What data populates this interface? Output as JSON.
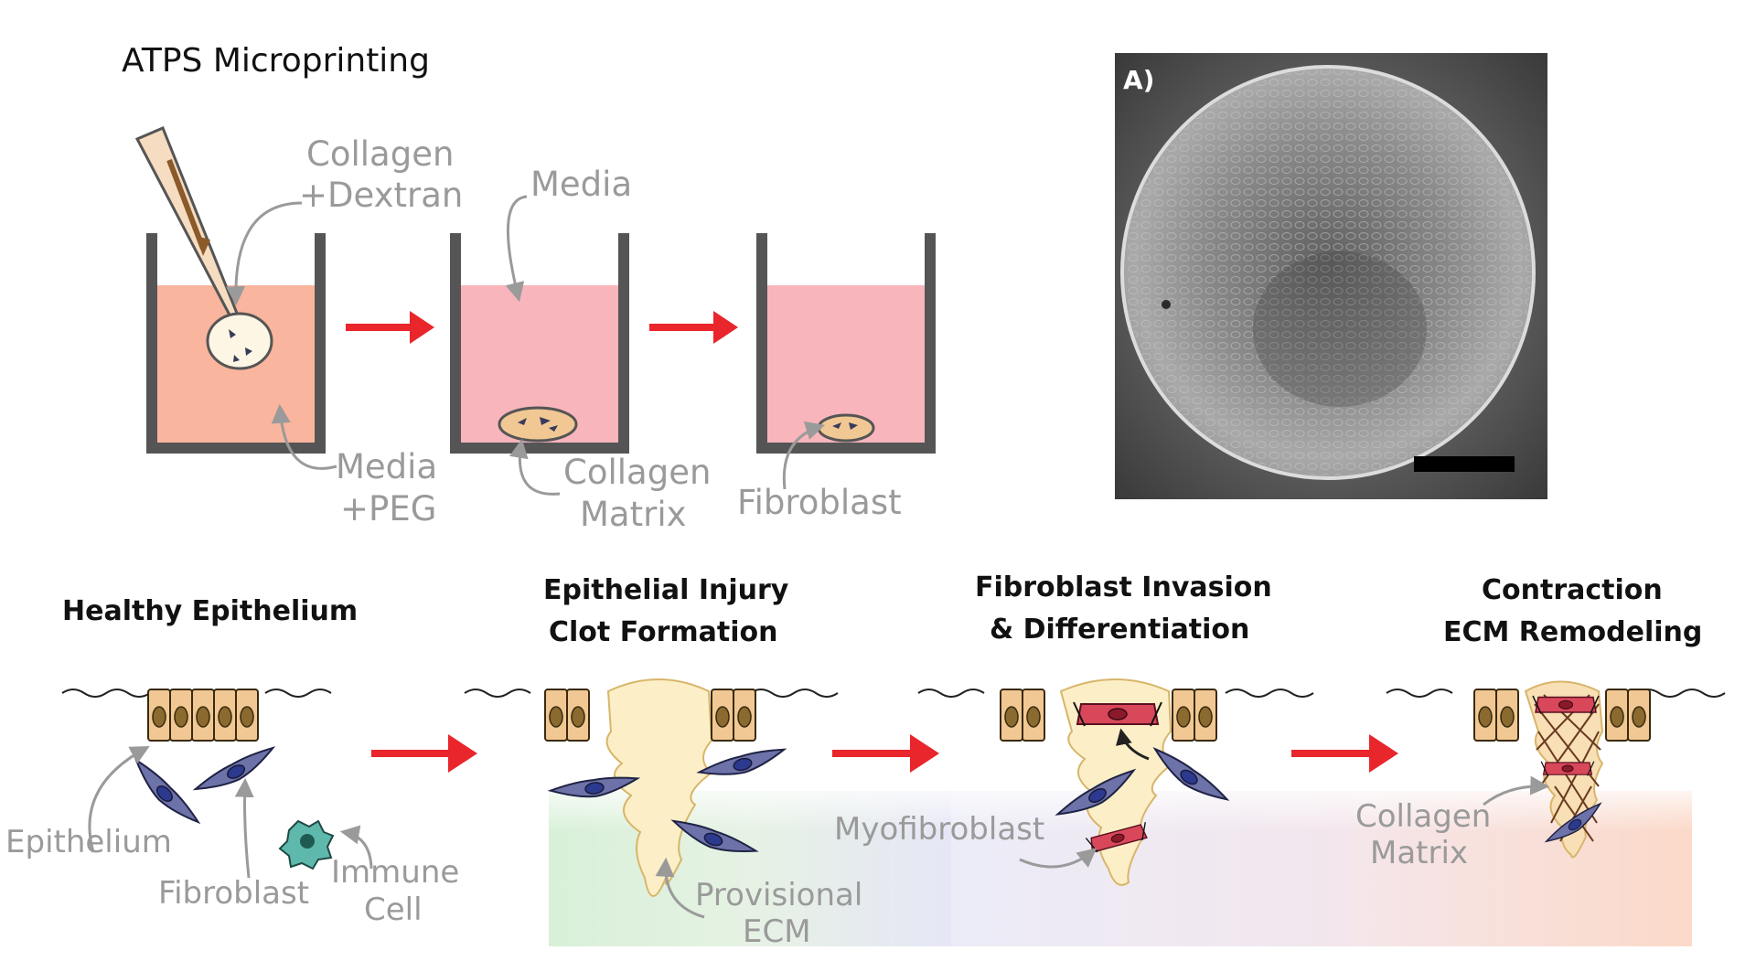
{
  "top": {
    "title": "ATPS Microprinting",
    "labels": {
      "collagen_dextran": [
        "Collagen",
        "+Dextran"
      ],
      "media": "Media",
      "media_peg": [
        "Media",
        "+PEG"
      ],
      "collagen_matrix": [
        "Collagen",
        "Matrix"
      ],
      "fibroblast": "Fibroblast"
    },
    "micrograph_tag": "A)"
  },
  "bottom": {
    "stages": [
      {
        "id": "healthy",
        "title": [
          "Healthy Epithelium"
        ]
      },
      {
        "id": "injury",
        "title": [
          "Epithelial Injury",
          "Clot Formation"
        ]
      },
      {
        "id": "invasion",
        "title": [
          "Fibroblast Invasion",
          "& Differentiation"
        ]
      },
      {
        "id": "contraction",
        "title": [
          "Contraction",
          "ECM Remodeling"
        ]
      }
    ],
    "labels": {
      "epithelium": "Epithelium",
      "fibroblast": "Fibroblast",
      "immune_cell": [
        "Immune",
        "Cell"
      ],
      "provisional_ecm": [
        "Provisional",
        "ECM"
      ],
      "myofibroblast": "Myofibroblast",
      "collagen_matrix": [
        "Collagen",
        "Matrix"
      ]
    }
  },
  "colors": {
    "well_wall": "#555555",
    "media_peg": "#f9b59d",
    "media": "#f8b5bc",
    "arrow": "#e8262b",
    "epithelial_cell": "#f1c893",
    "nucleus": "#8a6a2e",
    "fibroblast": "#4d5282",
    "fibroblast_nucleus": "#2b3a8f",
    "myofibroblast": "#d9475a",
    "clot": "#fcefc7",
    "immune": "#5fb8ac",
    "label_gray": "#9a9a9a"
  }
}
